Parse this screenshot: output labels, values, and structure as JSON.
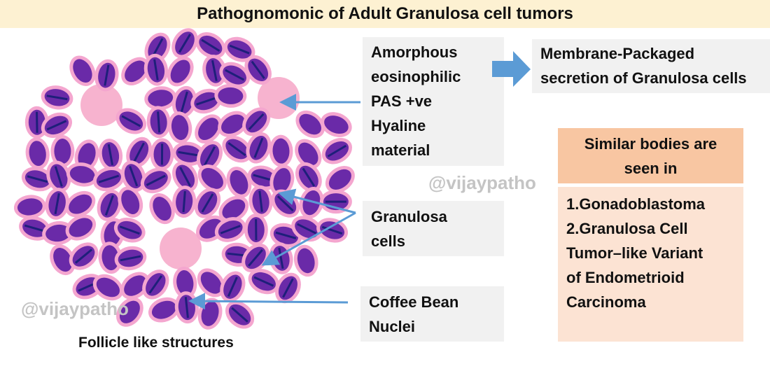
{
  "title": "Pathognomonic of Adult Granulosa cell tumors",
  "labels": {
    "hyaline": [
      "Amorphous",
      "eosinophilic",
      "PAS +ve",
      "Hyaline",
      "material"
    ],
    "membrane": [
      "Membrane-Packaged",
      "secretion of Granulosa cells"
    ],
    "granulosa": [
      "Granulosa",
      "cells"
    ],
    "coffee": [
      "Coffee Bean",
      "Nuclei"
    ]
  },
  "similar": {
    "header": [
      "Similar bodies are",
      "seen in"
    ],
    "items": [
      "1.Gonadoblastoma",
      "2.Granulosa Cell",
      "Tumor–like Variant",
      "of Endometrioid",
      "Carcinoma"
    ]
  },
  "watermark": "@vijaypatho",
  "caption": "Follicle like structures",
  "colors": {
    "title_bg": "#fdf1d2",
    "arrow": "#5b9bd5",
    "nucleus": "#6a2aa8",
    "cytoplasm": "#f4a6cf",
    "header_bg": "#f8c6a2",
    "list_bg": "#fce3d3"
  }
}
